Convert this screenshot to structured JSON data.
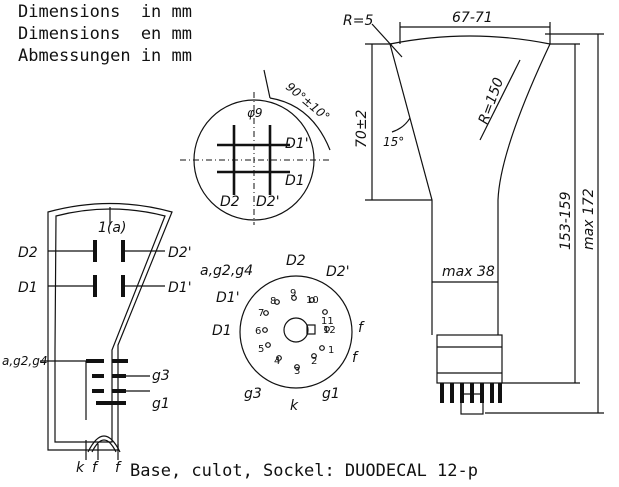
{
  "header": {
    "line1": "Dimensions  in mm",
    "line2": "Dimensions  en mm",
    "line3": "Abmessungen in mm"
  },
  "tube_side_view": {
    "radius_label": "R=5",
    "top_width_label": "67-71",
    "curvature_label": "R=150",
    "angle_label": "15°",
    "cone_height_label": "70±2",
    "neck_label": "max 38",
    "length_label": "153-159",
    "max_length_label": "max 172"
  },
  "deflection_view": {
    "pin_label": "φ9",
    "angle_label": "90°±10°",
    "d1_prime": "D1'",
    "d1": "D1",
    "d2": "D2",
    "d2_prime": "D2'"
  },
  "schematic": {
    "anode_label": "1(a)",
    "d2_left": "D2",
    "d2_right": "D2'",
    "d1_left": "D1",
    "d1_right": "D1'",
    "grid_label": "a,g2,g4",
    "g3": "g3",
    "g1": "g1",
    "k": "k",
    "f1": "f",
    "f2": "f"
  },
  "base_diagram": {
    "top_left": "a,g2,g4",
    "top_d2": "D2",
    "top_d2p": "D2'",
    "left_d1p": "D1'",
    "left_d1": "D1",
    "right_f_top": "f",
    "right_f_bottom": "f",
    "bottom_g3": "g3",
    "bottom_k": "k",
    "bottom_g1": "g1",
    "pins": [
      "1",
      "2",
      "3",
      "4",
      "5",
      "6",
      "7",
      "8",
      "9",
      "10",
      "11",
      "12"
    ]
  },
  "footer": {
    "caption": "Base, culot, Sockel: DUODECAL 12-p"
  }
}
